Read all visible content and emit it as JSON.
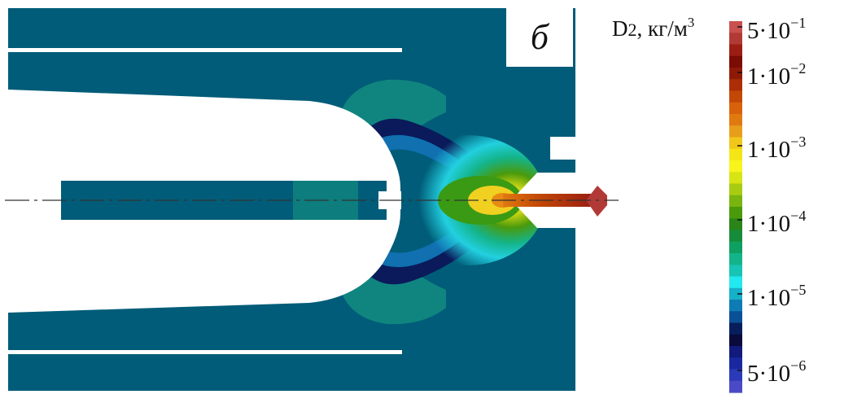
{
  "panel_label": "б",
  "colorbar": {
    "title_main": "D",
    "title_sub": "2",
    "title_unit": ", кг/м",
    "title_unit_power": "3",
    "ticks": [
      {
        "mantissa": "5·10",
        "exponent": "−1"
      },
      {
        "mantissa": "1·10",
        "exponent": "−2"
      },
      {
        "mantissa": "1·10",
        "exponent": "−3"
      },
      {
        "mantissa": "1·10",
        "exponent": "−4"
      },
      {
        "mantissa": "1·10",
        "exponent": "−5"
      },
      {
        "mantissa": "5·10",
        "exponent": "−6"
      }
    ],
    "colors_top_to_bottom": [
      "#c8504f",
      "#b23a36",
      "#9a1e12",
      "#7a0c04",
      "#8e1a06",
      "#ac2e06",
      "#c24806",
      "#d8620c",
      "#e07a10",
      "#e89e1a",
      "#f0c81c",
      "#f4e616",
      "#f8f41c",
      "#d8e414",
      "#a8cc12",
      "#7ab40e",
      "#4a9a0c",
      "#2a8418",
      "#168c3a",
      "#0ea060",
      "#14b48a",
      "#18c4b4",
      "#22e8f0",
      "#16b0c8",
      "#0e7cb4",
      "#0a5096",
      "#081e5c",
      "#0a0a3c",
      "#121a7c",
      "#1a28a0",
      "#2a3ab8",
      "#4a4ac6"
    ]
  },
  "colors": {
    "background_field": "#005c78",
    "void": "#ffffff",
    "axis_line": "#333333"
  }
}
